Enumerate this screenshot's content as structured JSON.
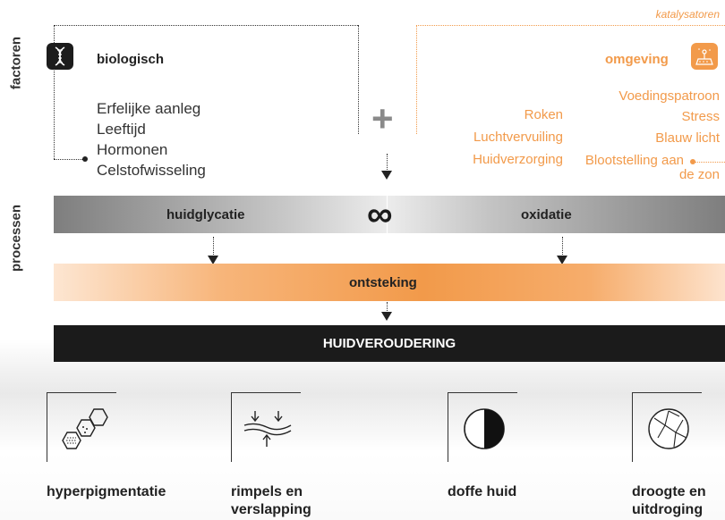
{
  "side_labels": {
    "factors": "factoren",
    "processes": "processen"
  },
  "catalyst_label": "katalysatoren",
  "biological": {
    "title": "biologisch",
    "items": [
      "Erfelijke aanleg",
      "Leeftijd",
      "Hormonen",
      "Celstofwisseling"
    ]
  },
  "environment": {
    "title": "omgeving",
    "left_items": [
      "Roken",
      "Luchtvervuiling",
      "Huidverzorging"
    ],
    "right_items": [
      "Voedingspatroon",
      "Stress",
      "Blauw licht",
      "Blootstelling aan",
      "de zon"
    ]
  },
  "plus_symbol": "+",
  "infinity_symbol": "∞",
  "processes": {
    "glycation": "huidglycatie",
    "oxidation": "oxidatie",
    "inflammation": "ontsteking",
    "aging": "HUIDVEROUDERING"
  },
  "outcomes": [
    {
      "label_line1": "hyperpigmentatie",
      "label_line2": "",
      "icon": "pigment-cells-icon"
    },
    {
      "label_line1": "rimpels en",
      "label_line2": "verslapping",
      "icon": "wrinkles-icon"
    },
    {
      "label_line1": "doffe huid",
      "label_line2": "",
      "icon": "half-circle-icon"
    },
    {
      "label_line1": "droogte en",
      "label_line2": "uitdroging",
      "icon": "cracked-circle-icon"
    }
  ],
  "colors": {
    "orange": "#f29a4a",
    "dark": "#1b1b1b",
    "gray": "#8a8a8a"
  }
}
